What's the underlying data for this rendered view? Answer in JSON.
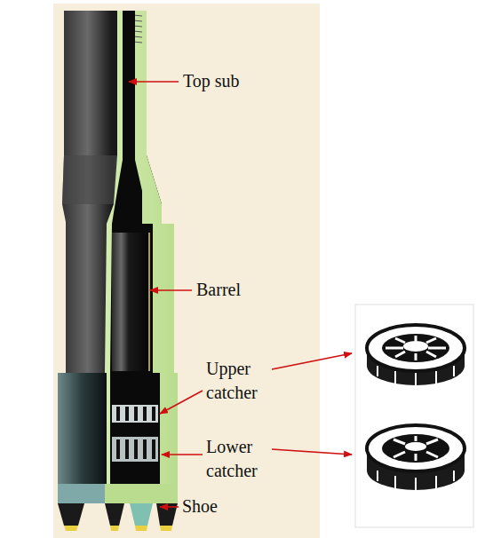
{
  "diagram": {
    "labels": [
      "Top sub",
      "Barrel",
      "Upper catcher",
      "Lower catcher",
      "Shoe"
    ]
  }
}
